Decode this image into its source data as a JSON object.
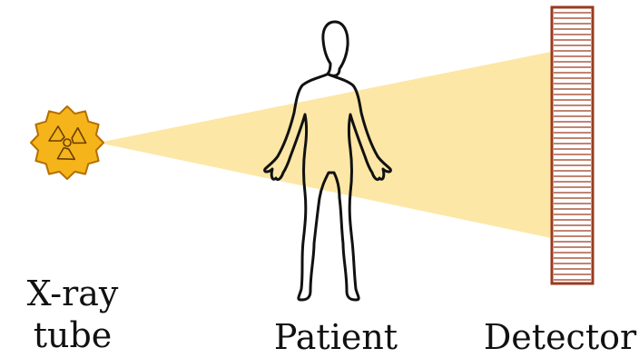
{
  "labels": {
    "tube_line1": "X-ray",
    "tube_line2": "tube",
    "patient": "Patient",
    "detector": "Detector"
  },
  "colors": {
    "beam": "#fde7a6",
    "source_fill": "#f5b51a",
    "source_stroke": "#b56f00",
    "detector_stroke": "#9a3a1e",
    "detector_fill": "#ffffff",
    "figure_stroke": "#111111"
  },
  "icons": {
    "source": "radiation-icon",
    "patient": "human-silhouette-icon",
    "detector": "detector-grid-icon"
  }
}
